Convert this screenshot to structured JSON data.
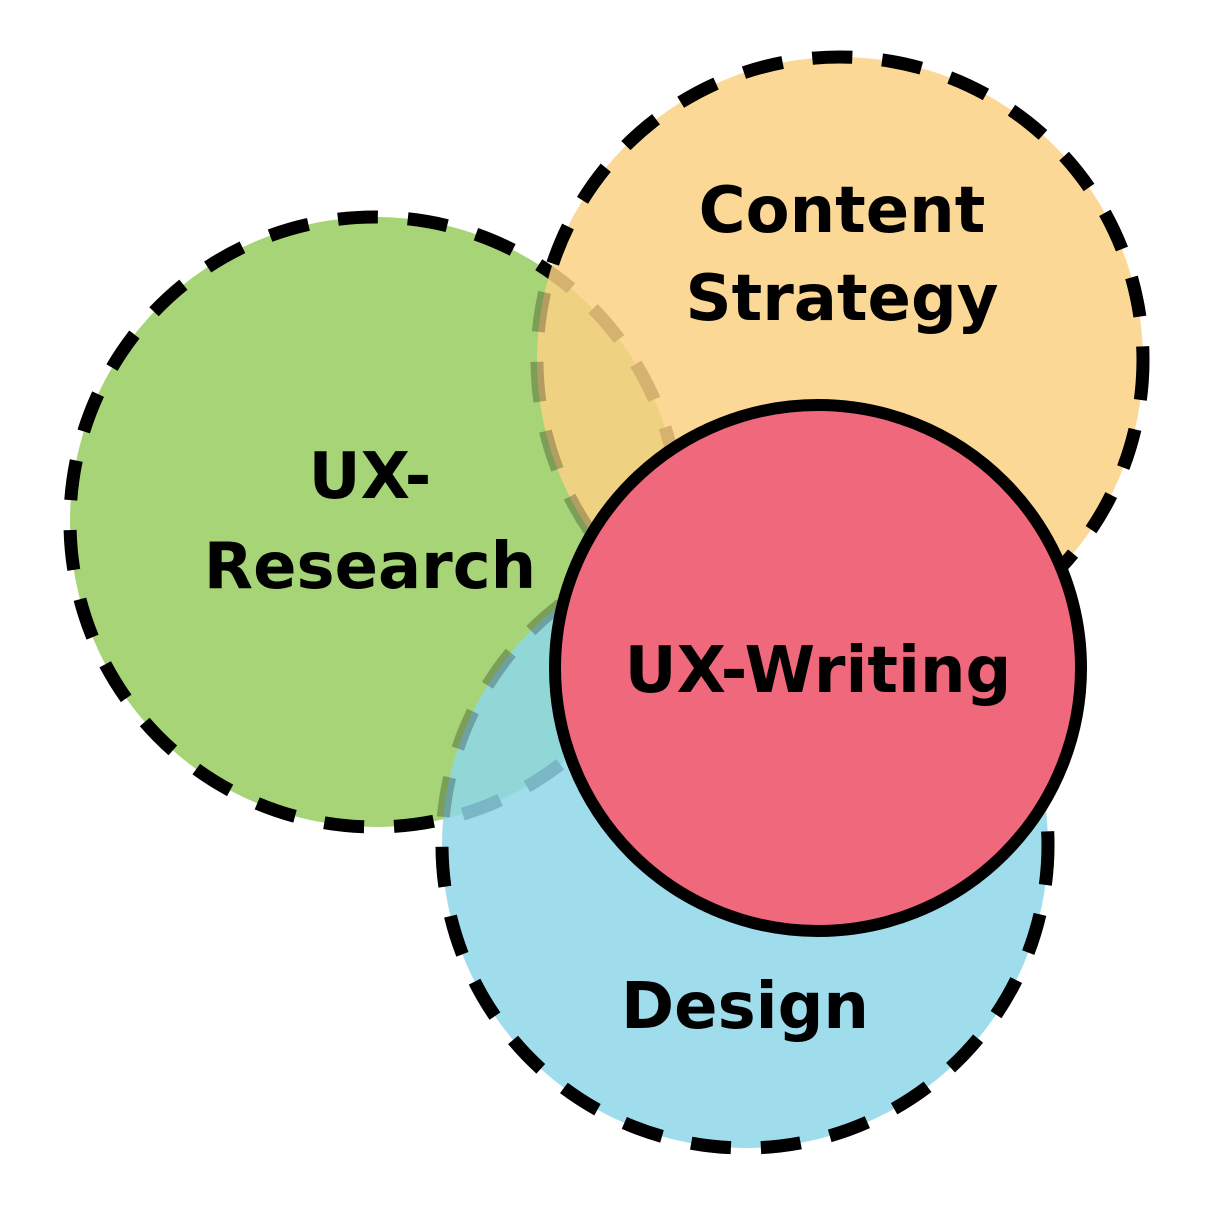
{
  "diagram": {
    "type": "venn",
    "circles": [
      {
        "id": "ux-research",
        "lines": [
          "UX-",
          "Research"
        ],
        "color": "#a6d476"
      },
      {
        "id": "content-strategy",
        "lines": [
          "Content",
          "Strategy"
        ],
        "color": "#fcd184"
      },
      {
        "id": "design",
        "lines": [
          "Design"
        ],
        "color": "#8ed7ea"
      },
      {
        "id": "ux-writing",
        "lines": [
          "UX-Writing"
        ],
        "color": "#f0687c"
      }
    ],
    "outline_color": "#000000"
  }
}
